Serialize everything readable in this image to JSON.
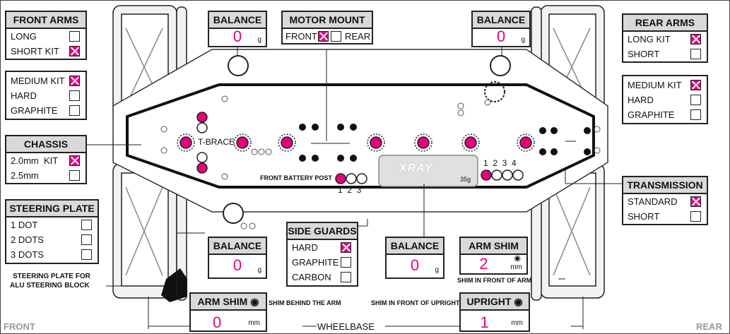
{
  "front_arms": {
    "title": "FRONT ARMS",
    "options": [
      {
        "label": "LONG",
        "checked": false
      },
      {
        "label": "SHORT KIT",
        "checked": true
      }
    ]
  },
  "front_arm_material": {
    "options": [
      {
        "label": "MEDIUM KIT",
        "checked": true
      },
      {
        "label": "HARD",
        "checked": false
      },
      {
        "label": "GRAPHITE",
        "checked": false
      }
    ]
  },
  "chassis": {
    "title": "CHASSIS",
    "options": [
      {
        "label": "2.0mm  KIT",
        "checked": true
      },
      {
        "label": "2.5mm",
        "checked": false
      }
    ]
  },
  "steering_plate": {
    "title": "STEERING PLATE",
    "options": [
      {
        "label": "1 DOT",
        "checked": false
      },
      {
        "label": "2 DOTS",
        "checked": false
      },
      {
        "label": "3 DOTS",
        "checked": false
      }
    ],
    "note_line1": "STEERING PLATE FOR",
    "note_line2": "ALU STEERING BLOCK"
  },
  "balance_front_left": {
    "title": "BALANCE",
    "value": "0",
    "unit": "g"
  },
  "motor_mount": {
    "title": "MOTOR MOUNT",
    "front_label": "FRONT",
    "rear_label": "REAR",
    "front_checked": true,
    "rear_checked": false
  },
  "balance_front_right": {
    "title": "BALANCE",
    "value": "0",
    "unit": "g"
  },
  "rear_arms": {
    "title": "REAR ARMS",
    "options": [
      {
        "label": "LONG KIT",
        "checked": true
      },
      {
        "label": "SHORT",
        "checked": false
      }
    ]
  },
  "rear_arm_material": {
    "options": [
      {
        "label": "MEDIUM KIT",
        "checked": true
      },
      {
        "label": "HARD",
        "checked": false
      },
      {
        "label": "GRAPHITE",
        "checked": false
      }
    ]
  },
  "transmission": {
    "title": "TRANSMISSION",
    "options": [
      {
        "label": "STANDARD",
        "checked": true
      },
      {
        "label": "SHORT",
        "checked": false
      }
    ]
  },
  "balance_rear_left": {
    "title": "BALANCE",
    "value": "0",
    "unit": "g"
  },
  "side_guards": {
    "title": "SIDE GUARDS",
    "options": [
      {
        "label": "HARD",
        "checked": true
      },
      {
        "label": "GRAPHITE",
        "checked": false
      },
      {
        "label": "CARBON",
        "checked": false
      }
    ]
  },
  "balance_center": {
    "title": "BALANCE",
    "value": "0",
    "unit": "g"
  },
  "arm_shim_rear": {
    "title": "ARM SHIM",
    "value": "2",
    "unit": "mm",
    "note": "SHIM IN FRONT OF ARM"
  },
  "arm_shim_front": {
    "title": "ARM SHIM",
    "value": "0",
    "unit": "mm",
    "note": "SHIM BEHIND THE ARM"
  },
  "upright": {
    "title": "UPRIGHT",
    "value": "1",
    "unit": "mm",
    "note": "SHIM IN FRONT OF UPRIGHT"
  },
  "wheelbase_label": "WHEELBASE",
  "tbrace_label": "T-BRACE",
  "front_battery_post": {
    "label": "FRONT BATTERY POST",
    "positions": "1  2  3"
  },
  "rear_battery_post": {
    "positions": "1  2  3  4"
  },
  "battery": {
    "brand": "XRAY",
    "weight": "35g"
  },
  "corner_front": "FRONT",
  "corner_rear": "REAR",
  "colors": {
    "accent": "#e6007e",
    "header": "#d9d9d9"
  }
}
